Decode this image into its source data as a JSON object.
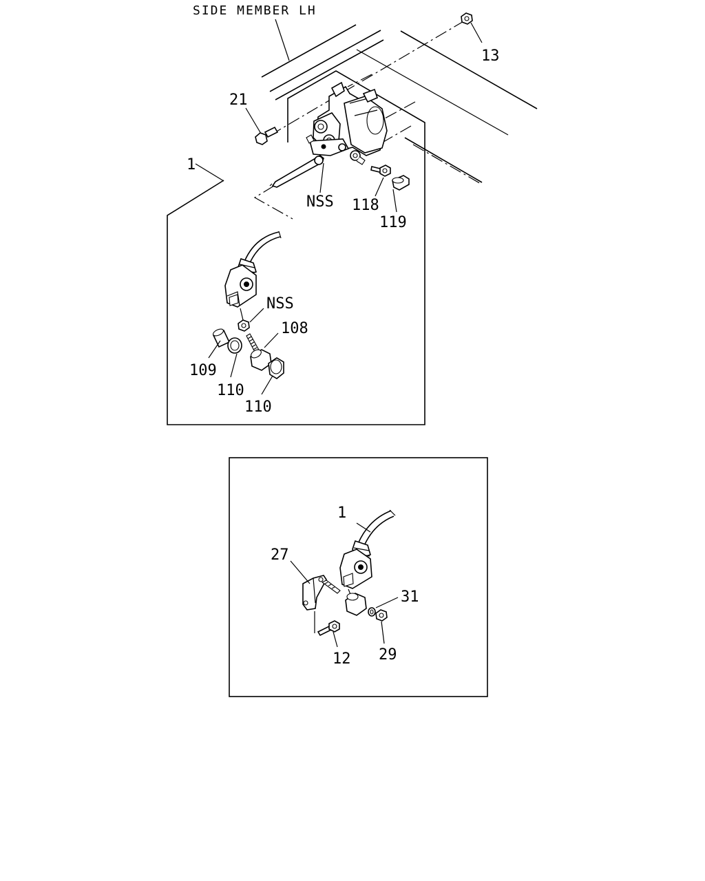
{
  "diagram": {
    "title_label": "SIDE MEMBER LH",
    "upper_view": {
      "callouts": {
        "c13": "13",
        "c21": "21",
        "c1": "1",
        "nss_upper": "NSS",
        "c118": "118",
        "c119": "119",
        "nss_lower": "NSS",
        "c108": "108",
        "c109": "109",
        "c110_a": "110",
        "c110_b": "110"
      }
    },
    "lower_view": {
      "callouts": {
        "c1": "1",
        "c27": "27",
        "c31": "31",
        "c29": "29",
        "c12": "12"
      }
    }
  }
}
